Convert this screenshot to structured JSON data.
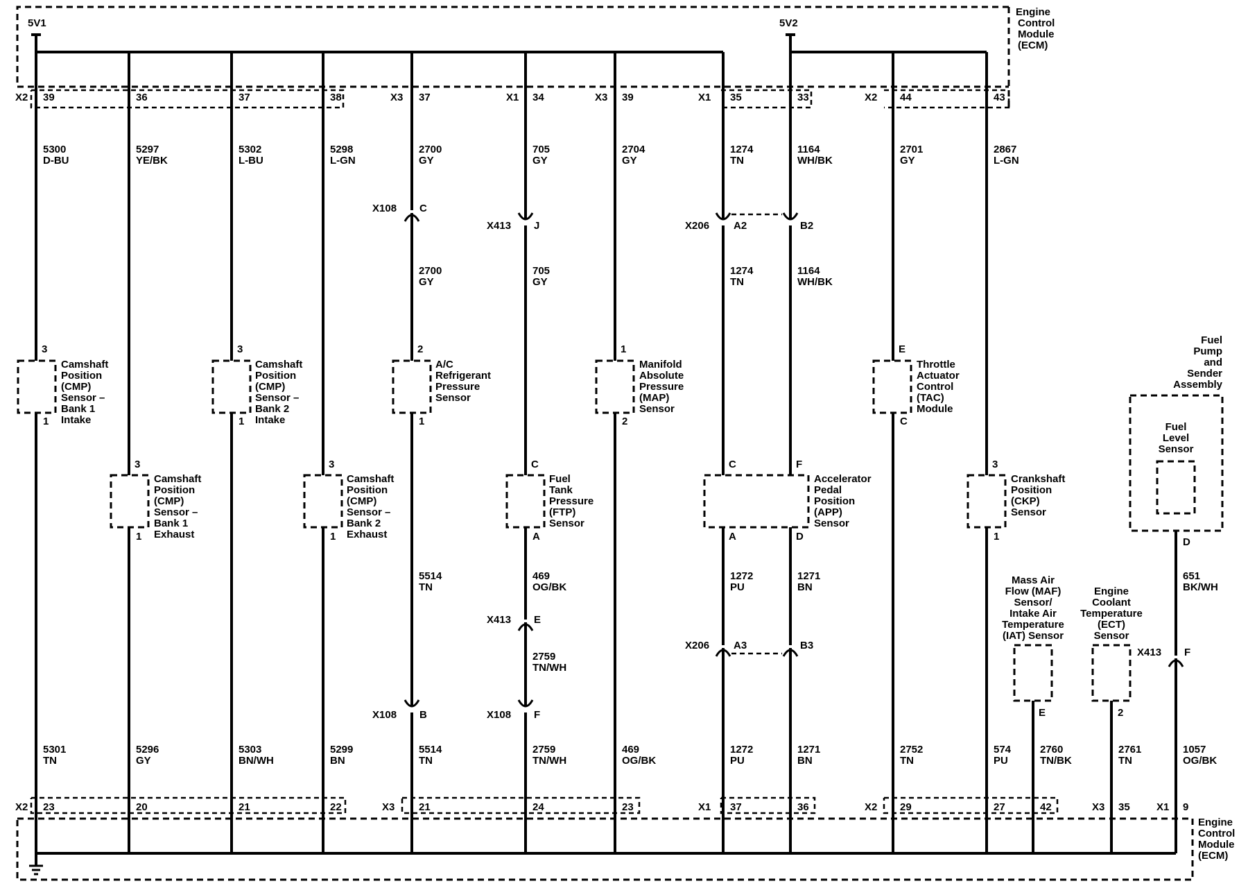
{
  "ecm": {
    "top_title": [
      "Engine",
      "Control",
      "Module",
      "(ECM)"
    ],
    "bottom_title": [
      "Engine",
      "Control",
      "Module",
      "(ECM)"
    ],
    "ref_5v1": "5V1",
    "ref_5v2": "5V2"
  },
  "top_connector_labels": [
    {
      "text": "X2",
      "col": 0
    },
    {
      "text": "X3",
      "col": 4
    },
    {
      "text": "X1",
      "col": 5
    },
    {
      "text": "X3",
      "col": 6
    },
    {
      "text": "X1",
      "col": 7
    },
    {
      "text": "X2",
      "col": 9
    }
  ],
  "bottom_connector_labels": [
    {
      "text": "X2",
      "col": 0
    },
    {
      "text": "X3",
      "col": 4
    },
    {
      "text": "X1",
      "col": 7
    },
    {
      "text": "X2",
      "col": 9
    },
    {
      "text": "X3",
      "col": 12
    },
    {
      "text": "X1",
      "col": 13
    }
  ],
  "columns": [
    {
      "top_pin": "39",
      "wire_top": [
        "5300",
        "D-BU"
      ],
      "wire_bottom": [
        "5301",
        "TN"
      ],
      "bottom_pin": "23"
    },
    {
      "top_pin": "36",
      "wire_top": [
        "5297",
        "YE/BK"
      ],
      "wire_bottom": [
        "5296",
        "GY"
      ],
      "bottom_pin": "20"
    },
    {
      "top_pin": "37",
      "wire_top": [
        "5302",
        "L-BU"
      ],
      "wire_bottom": [
        "5303",
        "BN/WH"
      ],
      "bottom_pin": "21"
    },
    {
      "top_pin": "38",
      "wire_top": [
        "5298",
        "L-GN"
      ],
      "wire_bottom": [
        "5299",
        "BN"
      ],
      "bottom_pin": "22"
    },
    {
      "top_pin": "37",
      "wire_top": [
        "2700",
        "GY"
      ],
      "wire_mid": [
        "2700",
        "GY"
      ],
      "wire_mid2": [
        "5514",
        "TN"
      ],
      "wire_bottom": [
        "5514",
        "TN"
      ],
      "bottom_pin": "21"
    },
    {
      "top_pin": "34",
      "wire_top": [
        "705",
        "GY"
      ],
      "wire_mid": [
        "705",
        "GY"
      ],
      "wire_mid2": [
        "469",
        "OG/BK"
      ],
      "wire_mid3": [
        "2759",
        "TN/WH"
      ],
      "wire_bottom": [
        "2759",
        "TN/WH"
      ],
      "bottom_pin": "24"
    },
    {
      "top_pin": "39",
      "wire_top": [
        "2704",
        "GY"
      ],
      "wire_bottom": [
        "469",
        "OG/BK"
      ],
      "bottom_pin": "23"
    },
    {
      "top_pin": "35",
      "wire_top": [
        "1274",
        "TN"
      ],
      "wire_mid": [
        "1274",
        "TN"
      ],
      "wire_mid2": [
        "1272",
        "PU"
      ],
      "wire_bottom": [
        "1272",
        "PU"
      ],
      "bottom_pin": "37"
    },
    {
      "top_pin": "33",
      "wire_top": [
        "1164",
        "WH/BK"
      ],
      "wire_mid": [
        "1164",
        "WH/BK"
      ],
      "wire_mid2": [
        "1271",
        "BN"
      ],
      "wire_bottom": [
        "1271",
        "BN"
      ],
      "bottom_pin": "36"
    },
    {
      "top_pin": "44",
      "wire_top": [
        "2701",
        "GY"
      ],
      "wire_bottom": [
        "2752",
        "TN"
      ],
      "bottom_pin": "29"
    },
    {
      "top_pin": "43",
      "wire_top": [
        "2867",
        "L-GN"
      ],
      "wire_bottom": [
        "574",
        "PU"
      ],
      "bottom_pin": "27"
    },
    {
      "wire_bottom": [
        "2760",
        "TN/BK"
      ],
      "bottom_pin": "42"
    },
    {
      "wire_bottom": [
        "2761",
        "TN"
      ],
      "bottom_pin": "35"
    },
    {
      "wire_top": [
        "651",
        "BK/WH"
      ],
      "wire_bottom": [
        "1057",
        "OG/BK"
      ],
      "bottom_pin": "9"
    }
  ],
  "inline_connectors": [
    {
      "name": "X108",
      "pin": "C",
      "col": 4,
      "row": "upper"
    },
    {
      "name": "X413",
      "pin": "J",
      "col": 5,
      "row": "upper"
    },
    {
      "name": "X206",
      "pin": "A2",
      "col": 7,
      "row": "upper"
    },
    {
      "name": "",
      "pin": "B2",
      "col": 8,
      "row": "upper"
    },
    {
      "name": "X413",
      "pin": "E",
      "col": 5,
      "row": "mid"
    },
    {
      "name": "X206",
      "pin": "A3",
      "col": 7,
      "row": "mid"
    },
    {
      "name": "",
      "pin": "B3",
      "col": 8,
      "row": "mid"
    },
    {
      "name": "X108",
      "pin": "B",
      "col": 4,
      "row": "lower"
    },
    {
      "name": "X108",
      "pin": "F",
      "col": 5,
      "row": "lower"
    },
    {
      "name": "X413",
      "pin": "F",
      "col": 13,
      "row": "mid"
    }
  ],
  "components": [
    {
      "id": "cmp-b1-intake",
      "label": [
        "Camshaft",
        "Position",
        "(CMP)",
        "Sensor –",
        "Bank 1",
        "Intake"
      ],
      "pin_top": "3",
      "pin_bottom": "1"
    },
    {
      "id": "cmp-b1-exhaust",
      "label": [
        "Camshaft",
        "Position",
        "(CMP)",
        "Sensor –",
        "Bank 1",
        "Exhaust"
      ],
      "pin_top": "3",
      "pin_bottom": "1"
    },
    {
      "id": "cmp-b2-intake",
      "label": [
        "Camshaft",
        "Position",
        "(CMP)",
        "Sensor –",
        "Bank 2",
        "Intake"
      ],
      "pin_top": "3",
      "pin_bottom": "1"
    },
    {
      "id": "cmp-b2-exhaust",
      "label": [
        "Camshaft",
        "Position",
        "(CMP)",
        "Sensor –",
        "Bank 2",
        "Exhaust"
      ],
      "pin_top": "3",
      "pin_bottom": "1"
    },
    {
      "id": "ac-pressure",
      "label": [
        "A/C",
        "Refrigerant",
        "Pressure",
        "Sensor"
      ],
      "pin_top": "2",
      "pin_bottom": "1"
    },
    {
      "id": "ftp",
      "label": [
        "Fuel",
        "Tank",
        "Pressure",
        "(FTP)",
        "Sensor"
      ],
      "pin_top": "C",
      "pin_bottom": "A"
    },
    {
      "id": "map",
      "label": [
        "Manifold",
        "Absolute",
        "Pressure",
        "(MAP)",
        "Sensor"
      ],
      "pin_top": "1",
      "pin_bottom": "2"
    },
    {
      "id": "app",
      "label": [
        "Accelerator",
        "Pedal",
        "Position",
        "(APP)",
        "Sensor"
      ],
      "pins_top": [
        "C",
        "F"
      ],
      "pins_bottom": [
        "A",
        "D"
      ]
    },
    {
      "id": "tac",
      "label": [
        "Throttle",
        "Actuator",
        "Control",
        "(TAC)",
        "Module"
      ],
      "pin_top": "E",
      "pin_bottom": "C"
    },
    {
      "id": "ckp",
      "label": [
        "Crankshaft",
        "Position",
        "(CKP)",
        "Sensor"
      ],
      "pin_top": "3",
      "pin_bottom": "1"
    },
    {
      "id": "maf",
      "label": [
        "Mass Air",
        "Flow (MAF)",
        "Sensor/",
        "Intake Air",
        "Temperature",
        "(IAT) Sensor"
      ],
      "pin_bottom": "E"
    },
    {
      "id": "ect",
      "label": [
        "Engine",
        "Coolant",
        "Temperature",
        "(ECT)",
        "Sensor"
      ],
      "pin_bottom": "2"
    },
    {
      "id": "fuel-pump",
      "label": [
        "Fuel",
        "Pump",
        "and",
        "Sender",
        "Assembly"
      ],
      "inner_label": [
        "Fuel",
        "Level",
        "Sensor"
      ],
      "pin_bottom": "D"
    }
  ]
}
